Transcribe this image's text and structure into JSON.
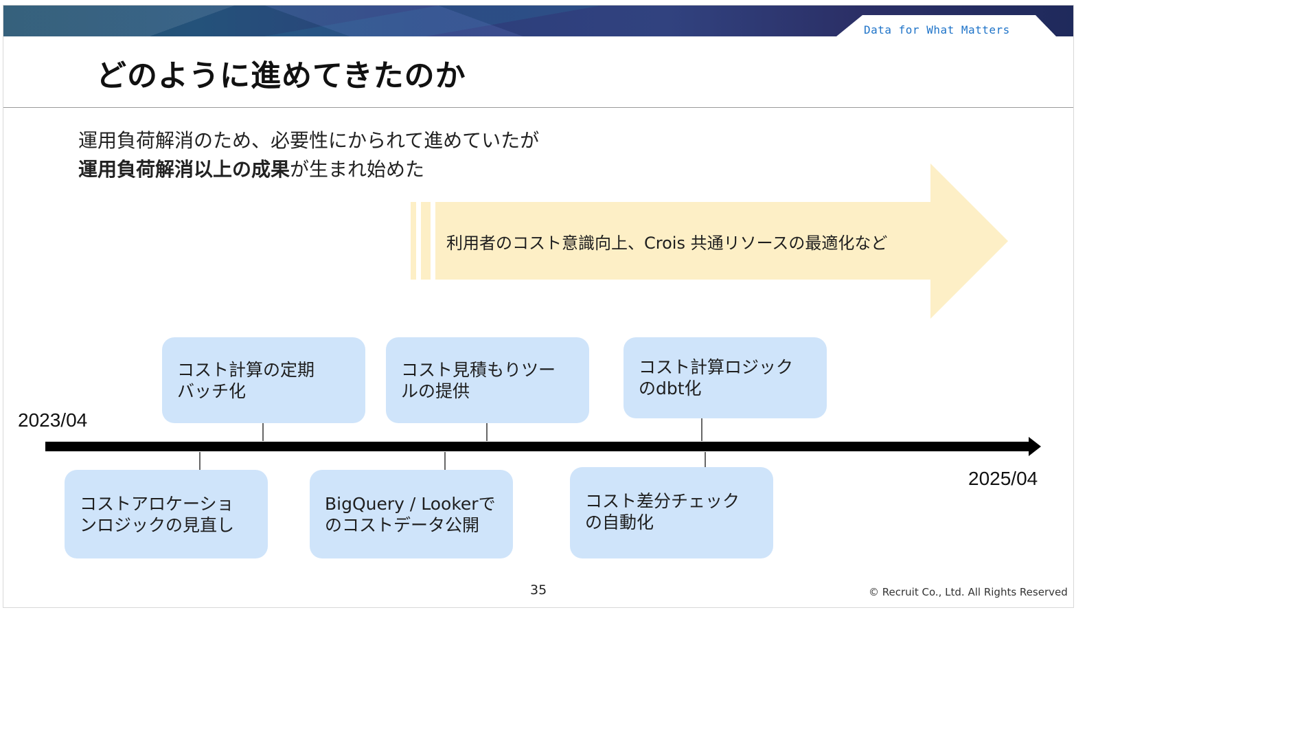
{
  "header": {
    "tagline": "Data for What Matters"
  },
  "slide": {
    "title": "どのように進めてきたのか",
    "lead_line1": "運用負荷解消のため、必要性にかられて進めていたが",
    "lead_line2_bold": "運用負荷解消以上の成果",
    "lead_line2_rest": "が生まれ始めた",
    "arrow_text": "利用者のコスト意識向上、Crois 共通リソースの最適化など",
    "colors": {
      "arrow_fill": "#fdefc6",
      "box_fill": "#cfe4fa",
      "timeline": "#000000"
    }
  },
  "timeline": {
    "start_label": "2023/04",
    "end_label": "2025/04",
    "milestones": [
      {
        "line1": "コストアロケーショ",
        "line2": "ンロジックの見直し"
      },
      {
        "line1": "コスト計算の定期",
        "line2": "バッチ化"
      },
      {
        "line1": "BigQuery / Lookerで",
        "line2": "のコストデータ公開"
      },
      {
        "line1": "コスト見積もりツー",
        "line2": "ルの提供"
      },
      {
        "line1": "コスト差分チェック",
        "line2": "の自動化"
      },
      {
        "line1": "コスト計算ロジック",
        "line2": "のdbt化"
      }
    ]
  },
  "footer": {
    "page_number": "35",
    "copyright": "© Recruit Co., Ltd. All Rights Reserved"
  }
}
